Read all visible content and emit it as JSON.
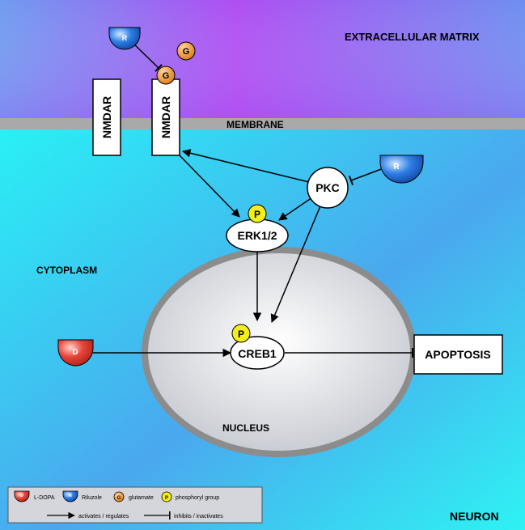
{
  "regions": {
    "extracellular": "EXTRACELLULAR MATRIX",
    "membrane": "MEMBRANE",
    "cytoplasm": "CYTOPLASM",
    "nucleus": "NUCLEUS",
    "cell": "NEURON"
  },
  "nodes": {
    "nmdar_left": "NMDAR",
    "nmdar_right": "NMDAR",
    "pkc": "PKC",
    "erk": "ERK1/2",
    "creb": "CREB1",
    "apoptosis": "APOPTOSIS"
  },
  "badges": {
    "riluzole": "R",
    "glutamate": "G",
    "phosphoryl": "P",
    "ldopa": "D"
  },
  "legend": {
    "ldopa": "L-DOPA",
    "riluzole": "Riluzole",
    "glutamate": "glutamate",
    "phosphoryl": "phosphoryl group",
    "activates": "activates / regulates",
    "inhibits": "inhibits / inactivates"
  },
  "colors": {
    "extracellular_top": "#6f8ff0",
    "extracellular_mid": "#b04ef2",
    "membrane": "#a9a9a9",
    "cytoplasm_top": "#2cf0f4",
    "cytoplasm_bottom": "#49b8ee",
    "nucleus_fill": "#e3e5ea",
    "nucleus_border": "#8c8c8c",
    "riluzole": "#1f6fd6",
    "ldopa": "#e8453a",
    "glutamate": "#f08a1e",
    "phosphoryl": "#f4ee1a"
  }
}
